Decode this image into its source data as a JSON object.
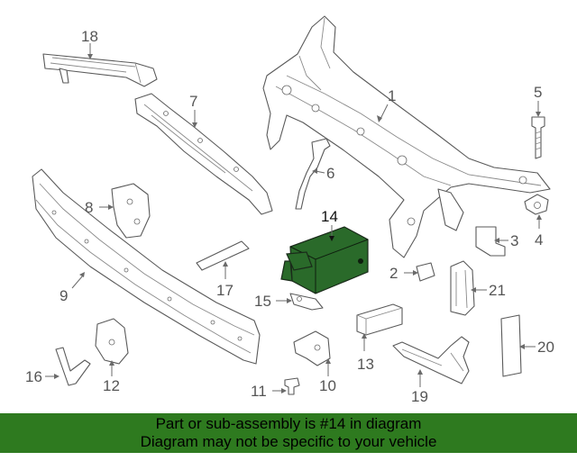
{
  "diagram": {
    "callouts": {
      "c1": "1",
      "c2": "2",
      "c3": "3",
      "c4": "4",
      "c5": "5",
      "c6": "6",
      "c7": "7",
      "c8": "8",
      "c9": "9",
      "c10": "10",
      "c11": "11",
      "c12": "12",
      "c13": "13",
      "c14": "14",
      "c15": "15",
      "c16": "16",
      "c17": "17",
      "c18": "18",
      "c19": "19",
      "c20": "20",
      "c21": "21"
    },
    "highlighted_part": "14",
    "highlight_color": "#2a6a2a"
  },
  "banner": {
    "line1": "Part or sub-assembly is #14 in diagram",
    "line2": "Diagram may not be specific to your vehicle",
    "background": "#2e7a1f"
  }
}
